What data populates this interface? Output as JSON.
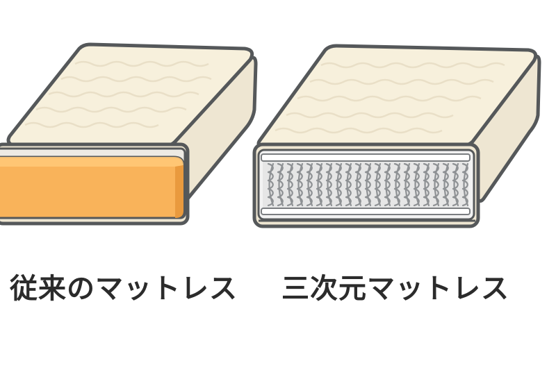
{
  "mattresses": [
    {
      "id": "conventional",
      "caption": "従来のマットレス",
      "core": "foam",
      "core_color": "#F9B35A"
    },
    {
      "id": "three-dimensional",
      "caption": "三次元マットレス",
      "core": "spring",
      "core_color": "#E6E6E6"
    }
  ],
  "colors": {
    "cover": "#F7F0DC",
    "side": "#EEE6D2",
    "outline": "#55585A",
    "quilt_line": "#E9DFC7"
  }
}
